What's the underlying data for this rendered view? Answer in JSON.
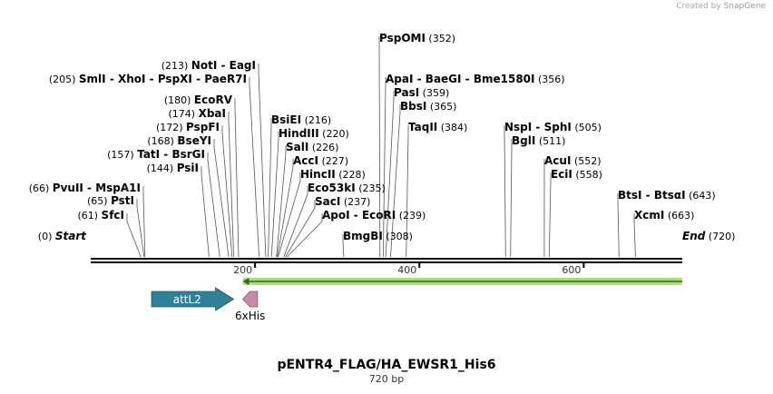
{
  "header": {
    "credit_prefix": "Created by",
    "credit_brand": "SnapGene"
  },
  "title": "pENTR4_FLAG/HA_EWSR1_His6",
  "subtitle": "720 bp",
  "sequence_length": 720,
  "axis_ticks": [
    {
      "value": 200,
      "label": "200"
    },
    {
      "value": 400,
      "label": "400"
    },
    {
      "value": 600,
      "label": "600"
    }
  ],
  "sites": [
    {
      "id": "start",
      "names": [
        "Start"
      ],
      "pos_label": "(0)",
      "pos_before": true,
      "italic": true,
      "pos": 0
    },
    {
      "id": "sfci",
      "names": [
        "SfcI"
      ],
      "pos_label": "(61)",
      "pos_before": true,
      "pos": 61
    },
    {
      "id": "psti",
      "names": [
        "PstI"
      ],
      "pos_label": "(65)",
      "pos_before": true,
      "pos": 65
    },
    {
      "id": "pvuii",
      "names": [
        "PvuII",
        "MspA1I"
      ],
      "pos_label": "(66)",
      "pos_before": true,
      "pos": 66
    },
    {
      "id": "psii",
      "names": [
        "PsiI"
      ],
      "pos_label": "(144)",
      "pos_before": true,
      "pos": 144
    },
    {
      "id": "tati",
      "names": [
        "TatI",
        "BsrGI"
      ],
      "pos_label": "(157)",
      "pos_before": true,
      "pos": 157
    },
    {
      "id": "bseyi",
      "names": [
        "BseYI"
      ],
      "pos_label": "(168)",
      "pos_before": true,
      "pos": 168
    },
    {
      "id": "pspfi",
      "names": [
        "PspFI"
      ],
      "pos_label": "(172)",
      "pos_before": true,
      "pos": 172
    },
    {
      "id": "xbai",
      "names": [
        "XbaI"
      ],
      "pos_label": "(174)",
      "pos_before": true,
      "pos": 174
    },
    {
      "id": "ecorv",
      "names": [
        "EcoRV"
      ],
      "pos_label": "(180)",
      "pos_before": true,
      "pos": 180
    },
    {
      "id": "smli",
      "names": [
        "SmlI",
        "XhoI",
        "PspXI",
        "PaeR7I"
      ],
      "pos_label": "(205)",
      "pos_before": true,
      "pos": 205
    },
    {
      "id": "noti",
      "names": [
        "NotI",
        "EagI"
      ],
      "pos_label": "(213)",
      "pos_before": true,
      "pos": 213
    },
    {
      "id": "bsiei",
      "names": [
        "BsiEI"
      ],
      "pos_label": "(216)",
      "pos_before": false,
      "pos": 216
    },
    {
      "id": "hindiii",
      "names": [
        "HindIII"
      ],
      "pos_label": "(220)",
      "pos_before": false,
      "pos": 220
    },
    {
      "id": "sali",
      "names": [
        "SalI"
      ],
      "pos_label": "(226)",
      "pos_before": false,
      "pos": 226
    },
    {
      "id": "acci",
      "names": [
        "AccI"
      ],
      "pos_label": "(227)",
      "pos_before": false,
      "pos": 227
    },
    {
      "id": "hincii",
      "names": [
        "HincII"
      ],
      "pos_label": "(228)",
      "pos_before": false,
      "pos": 228
    },
    {
      "id": "eco53ki",
      "names": [
        "Eco53kI"
      ],
      "pos_label": "(235)",
      "pos_before": false,
      "pos": 235
    },
    {
      "id": "saci",
      "names": [
        "SacI"
      ],
      "pos_label": "(237)",
      "pos_before": false,
      "pos": 237
    },
    {
      "id": "apoi",
      "names": [
        "ApoI",
        "EcoRI"
      ],
      "pos_label": "(239)",
      "pos_before": false,
      "pos": 239
    },
    {
      "id": "bmgbi",
      "names": [
        "BmgBI"
      ],
      "pos_label": "(308)",
      "pos_before": false,
      "pos": 308
    },
    {
      "id": "pspomi",
      "names": [
        "PspOMI"
      ],
      "pos_label": "(352)",
      "pos_before": false,
      "pos": 352
    },
    {
      "id": "apai",
      "names": [
        "ApaI",
        "BaeGI",
        "Bme1580I"
      ],
      "pos_label": "(356)",
      "pos_before": false,
      "pos": 356
    },
    {
      "id": "pasi",
      "names": [
        "PasI"
      ],
      "pos_label": "(359)",
      "pos_before": false,
      "pos": 359
    },
    {
      "id": "bbsi",
      "names": [
        "BbsI"
      ],
      "pos_label": "(365)",
      "pos_before": false,
      "pos": 365
    },
    {
      "id": "taqii",
      "names": [
        "TaqII"
      ],
      "pos_label": "(384)",
      "pos_before": false,
      "pos": 384
    },
    {
      "id": "nspi",
      "names": [
        "NspI",
        "SphI"
      ],
      "pos_label": "(505)",
      "pos_before": false,
      "pos": 505
    },
    {
      "id": "bgli",
      "names": [
        "BglI"
      ],
      "pos_label": "(511)",
      "pos_before": false,
      "pos": 511
    },
    {
      "id": "acui",
      "names": [
        "AcuI"
      ],
      "pos_label": "(552)",
      "pos_before": false,
      "pos": 552
    },
    {
      "id": "ecii",
      "names": [
        "EciI"
      ],
      "pos_label": "(558)",
      "pos_before": false,
      "pos": 558
    },
    {
      "id": "btsi",
      "names": [
        "BtsI",
        "BtsαI"
      ],
      "pos_label": "(643)",
      "pos_before": false,
      "pos": 643
    },
    {
      "id": "xcmi",
      "names": [
        "XcmI"
      ],
      "pos_label": "(663)",
      "pos_before": false,
      "pos": 663
    },
    {
      "id": "end",
      "names": [
        "End"
      ],
      "pos_label": "(720)",
      "pos_before": false,
      "italic": true,
      "pos": 720
    }
  ],
  "features": [
    {
      "id": "attl2",
      "label": "attL2",
      "start": 74,
      "end": 174,
      "strand": "+",
      "color": "#2f8199"
    },
    {
      "id": "6xhis",
      "label": "6xHis",
      "start": 185,
      "end": 203,
      "strand": "-",
      "color": "#c88aa8"
    },
    {
      "id": "orf",
      "label": "",
      "start": 185,
      "end": 720,
      "strand": "-",
      "color": "#a6e07a"
    }
  ],
  "colors": {
    "backbone": "#000000",
    "orf_line": "#3a6b12",
    "leader": "#555555"
  }
}
